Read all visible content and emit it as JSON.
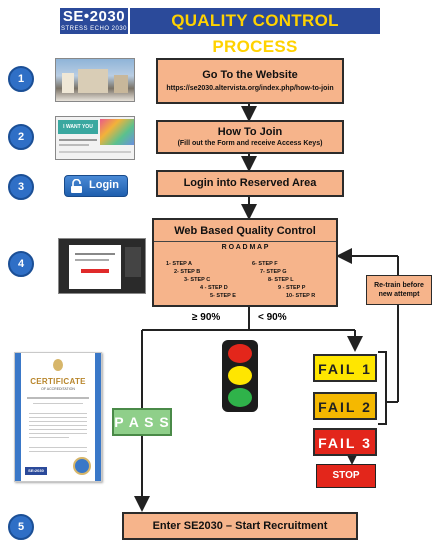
{
  "header": {
    "logo_main": "SE•2030",
    "logo_sub": "STRESS ECHO 2030",
    "title": "QUALITY CONTROL PROCESS"
  },
  "steps": [
    "1",
    "2",
    "3",
    "4",
    "5"
  ],
  "step1": {
    "title": "Go To the Website",
    "url": "https://se2030.altervista.org/index.php/how-to-join"
  },
  "step2": {
    "title": "How To Join",
    "subtitle": "(Fill out the Form and receive Access Keys)",
    "thumb_label": "I WANT YOU"
  },
  "step3": {
    "title": "Login into Reserved Area",
    "login_label": "Login"
  },
  "step4": {
    "title": "Web Based Quality Control",
    "roadmap_label": "R O A D M A P",
    "roadmap": [
      "1- STEP A",
      "6- STEP F",
      "2- STEP B",
      "7- STEP G",
      "3- STEP C",
      "8- STEP L",
      "4 - STEP D",
      "9 - STEP P",
      "5- STEP E",
      "10- STEP R"
    ]
  },
  "retrain": "Re-train before new attempt",
  "thresholds": {
    "pass": "≥ 90%",
    "fail": "< 90%"
  },
  "pass_label": "P A S S",
  "certificate": {
    "title": "CERTIFICATE",
    "subtitle": "OF ACCREDITATION",
    "logo": "SE•2030"
  },
  "fails": [
    "FAIL 1",
    "FAIL 2",
    "FAIL 3"
  ],
  "stop_label": "STOP",
  "step5": {
    "title": "Enter SE2030 – Start Recruitment"
  },
  "colors": {
    "box_fill": "#f6b48b",
    "header_bg": "#2b4a9a",
    "header_text": "#ffd200",
    "pass_green": "#8fcf8a",
    "fail1": "#ffe600",
    "fail2": "#f5b800",
    "fail3": "#e3261b",
    "stop": "#e3261b"
  }
}
